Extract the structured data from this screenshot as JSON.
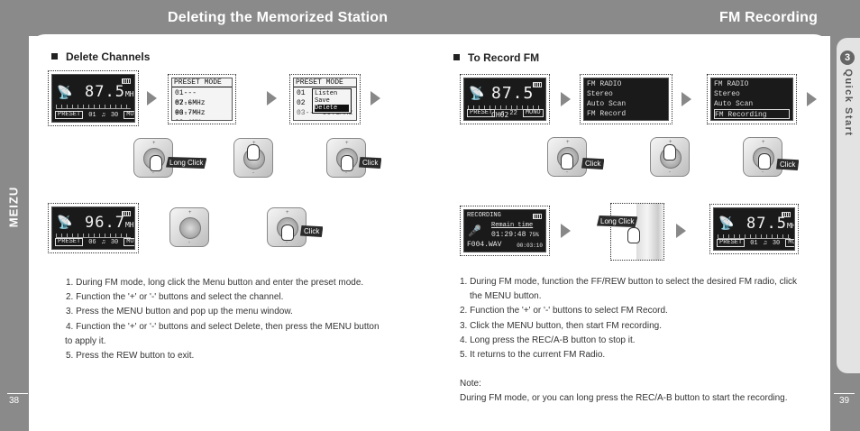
{
  "header": {
    "left_title": "Deleting the Memorized Station",
    "right_title": "FM Recording"
  },
  "side_tab": {
    "number": "3",
    "label": "Quick Start"
  },
  "brand": "MEIZU",
  "pages": {
    "left": "38",
    "right": "39"
  },
  "left_section": {
    "title": "Delete Channels",
    "screen1": {
      "freq": "87.5",
      "unit": "MHz",
      "preset": "PRESET",
      "ch": "01",
      "vol": "30",
      "mode": "MONO"
    },
    "screen2": {
      "head": "PRESET MODE",
      "rows": [
        "01---  87.6MHz",
        "02---  96.7MHz",
        "03---  99.1MHz"
      ]
    },
    "screen3": {
      "head": "PRESET MODE",
      "rows": [
        "01",
        "02",
        "03---  99.1MHz"
      ],
      "popup": [
        "Listen",
        "Save",
        "Delete"
      ]
    },
    "screen4": {
      "freq": "96.7",
      "unit": "MHz",
      "preset": "PRESET",
      "ch": "06",
      "vol": "30",
      "mode": "MONO"
    },
    "badges": [
      "Long Click",
      "Click",
      "Click"
    ],
    "instructions": [
      "1. During FM mode, long click the Menu button and enter the preset mode.",
      "2. Function the '+' or '-' buttons and select the channel.",
      "3. Press the MENU button and pop up the menu window.",
      "4. Function the '+' or '-' buttons and  select Delete, then press the MENU button",
      "to apply it.",
      "5. Press the REW button to exit."
    ]
  },
  "right_section": {
    "title": "To Record FM",
    "screen1": {
      "freq": "87.5",
      "ch": "CH02",
      "preset": "PRESET",
      "vol": "22",
      "mode": "MONO"
    },
    "screen2": {
      "head": "FM RADIO",
      "items": [
        "Stereo",
        "Auto Scan",
        "FM Record"
      ]
    },
    "screen3": {
      "head": "FM RADIO",
      "items": [
        "Stereo",
        "Auto Scan",
        "FM Recording"
      ]
    },
    "screen4": {
      "head": "RECORDING",
      "remain_label": "Remain time",
      "time": "01:29:48",
      "percent": "75%",
      "file": "F004.WAV",
      "elapsed": "00:03:10"
    },
    "screen5": {
      "freq": "87.5",
      "unit": "MHz",
      "preset": "PRESET",
      "ch": "01",
      "vol": "30",
      "mode": "MONO"
    },
    "badges": [
      "Click",
      "Click",
      "Long Click"
    ],
    "instructions": [
      "1. During FM mode, function the FF/REW button to select the desired FM radio, click",
      "the MENU button.",
      "2. Function the '+' or '-' buttons to select FM Record.",
      "3. Click the MENU button, then start FM recording.",
      "4. Long press the REC/A-B button to stop it.",
      "5. It returns to the current FM Radio.",
      "",
      "Note:",
      "During FM mode, or you can long press the REC/A-B button to start the recording."
    ]
  }
}
